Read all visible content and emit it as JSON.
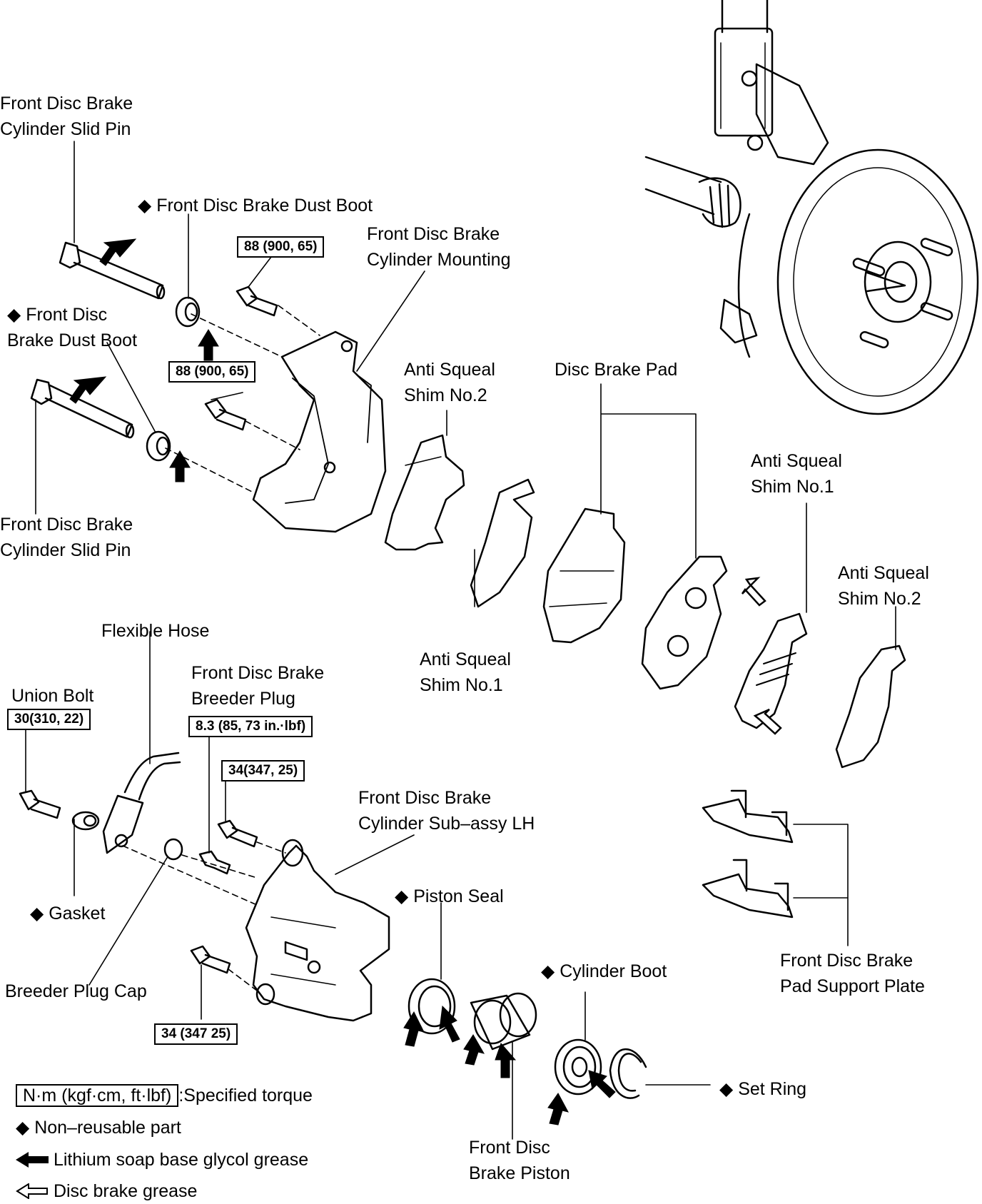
{
  "symbols": {
    "non_reusable": "◆"
  },
  "labels": {
    "slide_pin_upper": [
      "Front Disc Brake",
      "Cylinder Slid Pin"
    ],
    "dust_boot_upper": "Front Disc Brake Dust Boot",
    "mounting": [
      "Front Disc Brake",
      "Cylinder Mounting"
    ],
    "dust_boot_lower": [
      "Front Disc",
      "Brake Dust Boot"
    ],
    "shim2_left": [
      "Anti Squeal",
      "Shim No.2"
    ],
    "disc_brake_pad": "Disc Brake Pad",
    "shim1_right": [
      "Anti Squeal",
      "Shim No.1"
    ],
    "slide_pin_lower": [
      "Front Disc Brake",
      "Cylinder Slid Pin"
    ],
    "shim2_right": [
      "Anti Squeal",
      "Shim No.2"
    ],
    "flexible_hose": "Flexible Hose",
    "shim1_mid": [
      "Anti Squeal",
      "Shim No.1"
    ],
    "union_bolt": "Union Bolt",
    "breeder_plug": [
      "Front Disc Brake",
      "Breeder Plug"
    ],
    "cylinder_subassy": [
      "Front Disc Brake",
      "Cylinder Sub–assy LH"
    ],
    "gasket": "Gasket",
    "piston_seal": "Piston Seal",
    "cylinder_boot": "Cylinder Boot",
    "pad_support": [
      "Front Disc Brake",
      "Pad Support Plate"
    ],
    "breeder_cap": "Breeder Plug Cap",
    "set_ring": "Set Ring",
    "piston": [
      "Front Disc",
      "Brake Piston"
    ]
  },
  "torques": {
    "mount_upper": "88 (900, 65)",
    "mount_lower": "88 (900, 65)",
    "union_bolt": "30(310, 22)",
    "breeder_plug": "8.3 (85, 73 in.·lbf)",
    "cyl_upper": "34(347, 25)",
    "cyl_lower": "34 (347 25)"
  },
  "legend": {
    "torque_box": "N·m (kgf·cm, ft·lbf)",
    "torque_text": ":Specified torque",
    "non_reusable": "Non–reusable part",
    "lithium": "Lithium soap base glycol grease",
    "disc_grease": "Disc brake grease"
  }
}
